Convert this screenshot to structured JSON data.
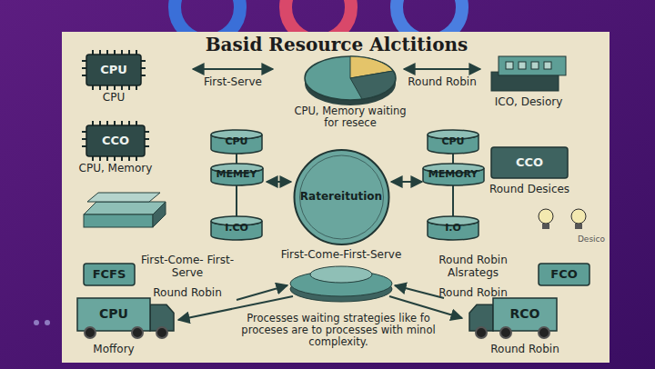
{
  "diagram": {
    "title": "Basid Resource Alctitions",
    "nodes": [
      {
        "text": [
          "CPU",
          "CPU"
        ]
      },
      {
        "text": [
          "ICO, Desiory"
        ]
      },
      {
        "text": [
          "CCO",
          "CPU, Memory"
        ]
      },
      {
        "text": [
          "CPU"
        ]
      },
      {
        "text": [
          "MEMEY"
        ]
      },
      {
        "text": [
          "I.CO"
        ]
      },
      {
        "text": [
          "CPU"
        ]
      },
      {
        "text": [
          "MEMORY"
        ]
      },
      {
        "text": [
          "I.O"
        ]
      },
      {
        "text": [
          "Ratereitution"
        ]
      },
      {
        "text": [
          "CCO",
          "Round Desices"
        ]
      },
      {
        "text": [
          "FCFS"
        ]
      },
      {
        "text": [
          "FCO"
        ]
      },
      {
        "text": [
          "CPU",
          "Moffory"
        ]
      },
      {
        "text": [
          "RCO",
          "Round Robin"
        ]
      }
    ],
    "edges": [
      {
        "from": 3,
        "to": 4,
        "arrow": "none"
      },
      {
        "from": 4,
        "to": 5,
        "arrow": "none"
      },
      {
        "from": 6,
        "to": 7,
        "arrow": "none"
      },
      {
        "from": 7,
        "to": 8,
        "arrow": "none"
      }
    ],
    "labels": [
      "First-Serve",
      "CPU, Memory waiting for resece",
      "Round Robin",
      "First-Come-First-Serve",
      "First-Come- First-Serve",
      "Round Robin",
      "Round Robin Alsrategs",
      "Round Robin",
      "Processes waiting strategies like fo proceses are to processes with minol complexity.",
      "Desico"
    ]
  }
}
